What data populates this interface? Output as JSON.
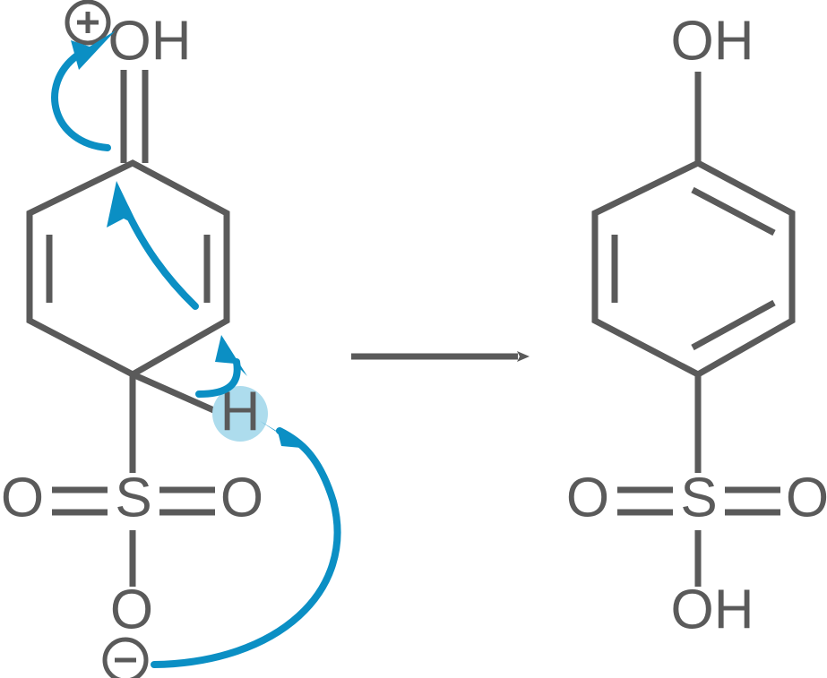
{
  "diagram": {
    "title": "Acid-catalysed desulfonation mechanism",
    "type": "reaction-mechanism",
    "colors": {
      "bond": "#5a5a5a",
      "atom_label": "#5a5a5a",
      "arrow_blue": "#0b8fc4",
      "highlight_blue": "#addced",
      "reaction_arrow": "#5a5a5a",
      "background": "#ffffff"
    }
  },
  "reactant": {
    "name": "protonated-sulfonated-cyclohexadiene-intermediate",
    "labels": {
      "hydroxyl": "OH",
      "plus_charge": "+",
      "hydrogen": "H",
      "sulfur": "S",
      "oxygen_left": "O",
      "oxygen_right": "O",
      "oxygen_bottom": "O",
      "minus_charge": "−"
    }
  },
  "product": {
    "name": "4-hydroxybenzenesulfonic-acid",
    "labels": {
      "hydroxyl_top": "OH",
      "sulfur": "S",
      "oxygen_left": "O",
      "oxygen_right": "O",
      "hydroxyl_bottom": "OH"
    }
  },
  "reaction_arrow": {
    "name": "forward-reaction-arrow",
    "direction": "right"
  },
  "curly_arrows": [
    {
      "name": "arrow-carbonyl-to-oxocarbenium",
      "from": "C=O pi bond",
      "to": "positive charge on OH"
    },
    {
      "name": "arrow-ring-pi-to-carbonyl-carbon",
      "from": "ring C=C pi bond",
      "to": "carbon bearing OH"
    },
    {
      "name": "arrow-ch-sigma-to-ring",
      "from": "C-H sigma bond",
      "to": "ring carbon"
    },
    {
      "name": "arrow-sulfonate-oxygen-to-hydrogen",
      "from": "sulfonate O lone pair",
      "to": "hydrogen"
    }
  ]
}
